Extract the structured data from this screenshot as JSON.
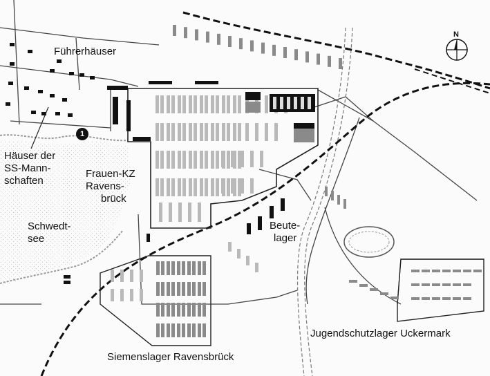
{
  "colors": {
    "paper": "#fbfbfb",
    "ink": "#111111",
    "grey_block": "#8a8a8a",
    "light_block": "#b9b9b9",
    "railway": "#111111",
    "shore": "#9a9a9a"
  },
  "compass": {
    "north_letter": "N",
    "icon": "north-arrow-icon"
  },
  "marker": {
    "number": "1",
    "icon": "numbered-circle-icon"
  },
  "labels": {
    "fuehrerhaeuser": "Führerhäuser",
    "haeuser_ss": [
      "Häuser der",
      "SS-Mann-",
      "schaften"
    ],
    "frauen_kz": [
      "Frauen-KZ",
      "Ravens-",
      "brück"
    ],
    "schwedtsee": [
      "Schwedt-",
      "see"
    ],
    "beutelager": [
      "Beute-",
      "lager"
    ],
    "jugendschutzlager": "Jugendschutzlager Uckermark",
    "siemenslager": "Siemenslager Ravensbrück"
  }
}
